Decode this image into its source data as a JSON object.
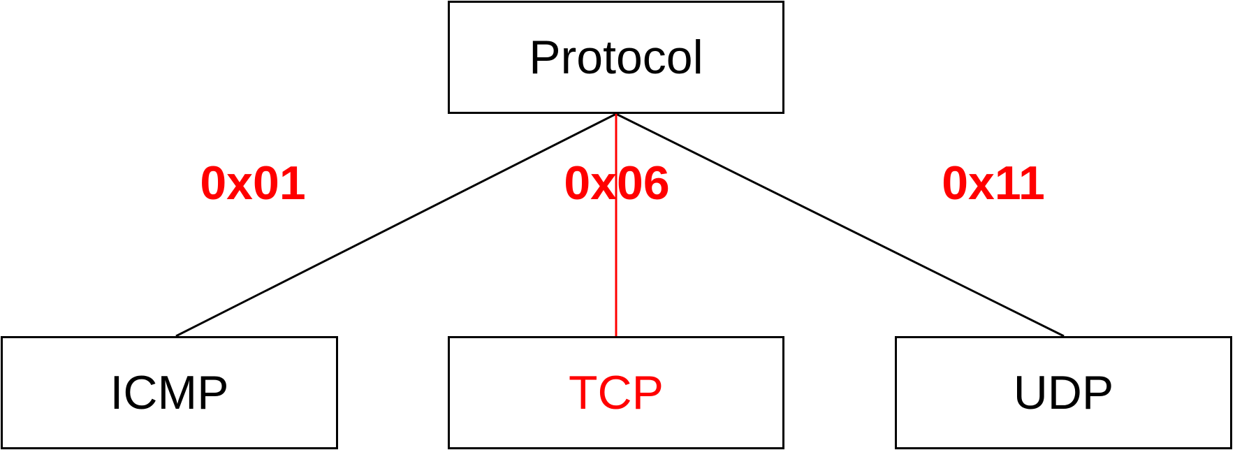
{
  "colors": {
    "default": "#000000",
    "highlight": "#ff0000"
  },
  "root": {
    "label": "Protocol"
  },
  "children": [
    {
      "label": "ICMP",
      "code": "0x01",
      "highlighted": false
    },
    {
      "label": "TCP",
      "code": "0x06",
      "highlighted": true
    },
    {
      "label": "UDP",
      "code": "0x11",
      "highlighted": false
    }
  ]
}
